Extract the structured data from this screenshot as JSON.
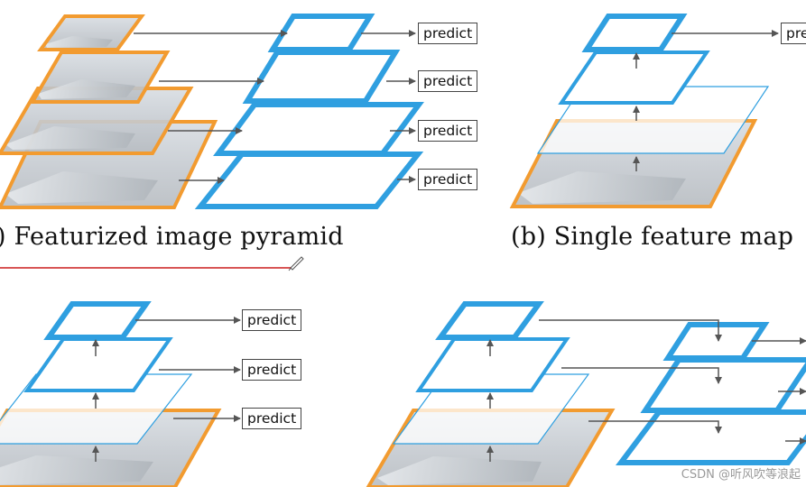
{
  "captions": {
    "a": ") Featurized image pyramid",
    "b": "(b) Single feature map"
  },
  "predict_label": "predict",
  "predict_label_cropped": "pre",
  "watermark": "CSDN @听风吹等浪起",
  "colors": {
    "feature_blue": "#2f9fe0",
    "image_orange": "#f29b30",
    "arrow_gray": "#555555",
    "underline_red": "#cc1f1f"
  },
  "panels": [
    {
      "id": "a",
      "name": "featurized-image-pyramid"
    },
    {
      "id": "b",
      "name": "single-feature-map"
    },
    {
      "id": "c",
      "name": "pyramidal-feature-hierarchy"
    },
    {
      "id": "d",
      "name": "feature-pyramid-network"
    }
  ]
}
